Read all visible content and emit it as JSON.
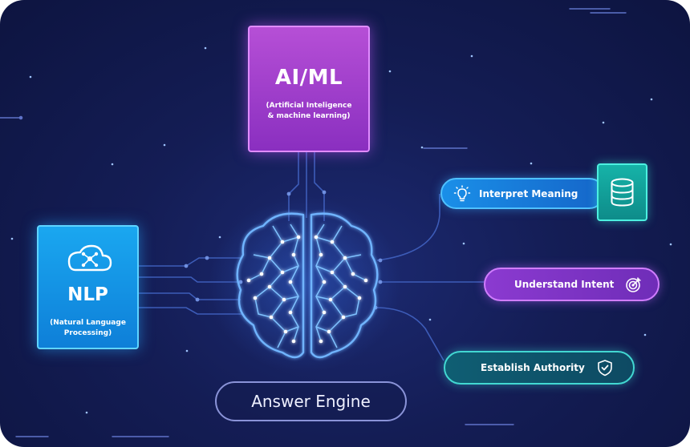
{
  "aiml": {
    "title": "AI/ML",
    "subtitle_line1": "(Artificial Inteligence",
    "subtitle_line2": "& machine learning)"
  },
  "nlp": {
    "title": "NLP",
    "subtitle_line1": "(Natural Language",
    "subtitle_line2": "Processing)",
    "icon": "cloud-network-icon"
  },
  "outputs": [
    {
      "label": "Interpret Meaning",
      "icon": "lightbulb-icon",
      "side_icon": "database-icon",
      "color": "#1a8fe8"
    },
    {
      "label": "Understand Intent",
      "icon": "target-icon",
      "color": "#8b3ad0"
    },
    {
      "label": "Establish Authority",
      "icon": "shield-check-icon",
      "color": "#0f5e73"
    }
  ],
  "center": {
    "label": "Answer Engine",
    "icon": "brain-circuit-icon"
  },
  "colors": {
    "background": "#141d55",
    "brain_glow": "#6fb4ff",
    "aiml": "#a540d0",
    "nlp": "#1aa7f0",
    "teal": "#16b3a8"
  }
}
